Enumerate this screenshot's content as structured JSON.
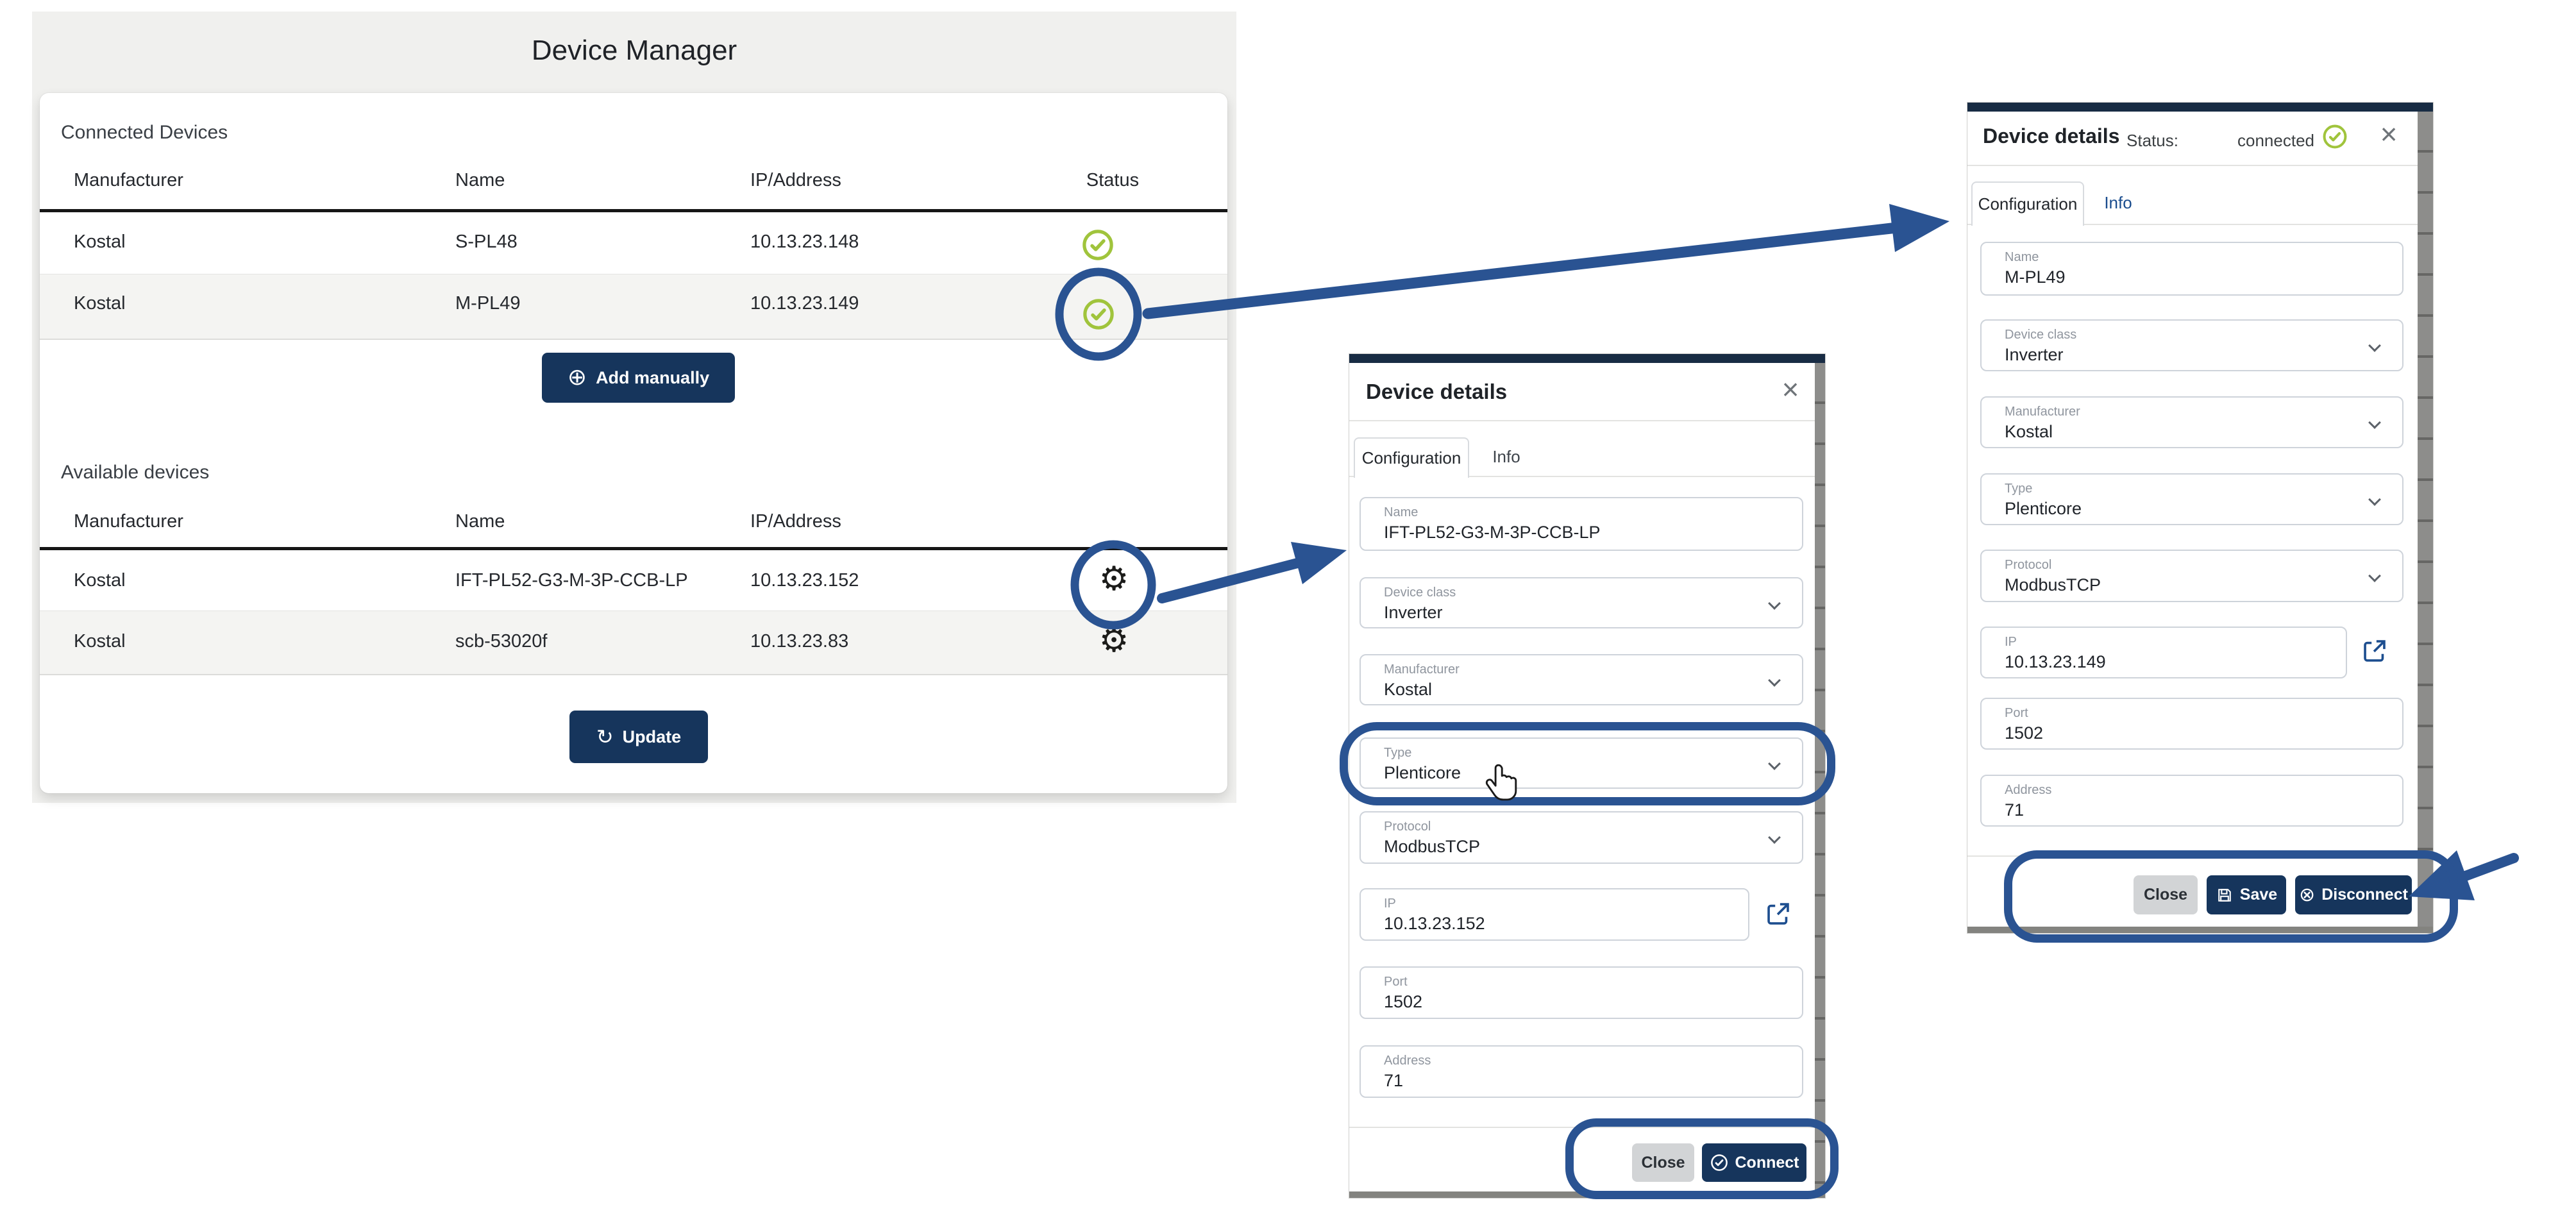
{
  "colors": {
    "primary_navy": "#16355c",
    "topbar_navy": "#182c44",
    "annotation_blue": "#2a5392",
    "status_green": "#a0c43c",
    "page_gray": "#f0f0ee",
    "row_gray": "#f4f4f2"
  },
  "icons": {
    "add_glyph": "⊕",
    "update_glyph": "↻",
    "gear_glyph": "⚙",
    "close_glyph": "×",
    "disconnect_glyph": "⊗"
  },
  "device_manager": {
    "title": "Device Manager",
    "connected": {
      "label": "Connected Devices",
      "columns": [
        "Manufacturer",
        "Name",
        "IP/Address",
        "Status"
      ],
      "rows": [
        {
          "manufacturer": "Kostal",
          "name": "S-PL48",
          "ip": "10.13.23.148",
          "status": "connected"
        },
        {
          "manufacturer": "Kostal",
          "name": "M-PL49",
          "ip": "10.13.23.149",
          "status": "connected"
        }
      ],
      "add_button": "Add manually"
    },
    "available": {
      "label": "Available devices",
      "columns": [
        "Manufacturer",
        "Name",
        "IP/Address"
      ],
      "rows": [
        {
          "manufacturer": "Kostal",
          "name": "IFT-PL52-G3-M-3P-CCB-LP",
          "ip": "10.13.23.152"
        },
        {
          "manufacturer": "Kostal",
          "name": "scb-53020f",
          "ip": "10.13.23.83"
        }
      ],
      "update_button": "Update"
    }
  },
  "dialog_available": {
    "title": "Device details",
    "tabs": [
      "Configuration",
      "Info"
    ],
    "fields": [
      {
        "label": "Name",
        "value": "IFT-PL52-G3-M-3P-CCB-LP"
      },
      {
        "label": "Device class",
        "value": "Inverter"
      },
      {
        "label": "Manufacturer",
        "value": "Kostal"
      },
      {
        "label": "Type",
        "value": "Plenticore"
      },
      {
        "label": "Protocol",
        "value": "ModbusTCP"
      },
      {
        "label": "IP",
        "value": "10.13.23.152"
      },
      {
        "label": "Port",
        "value": "1502"
      },
      {
        "label": "Address",
        "value": "71"
      }
    ],
    "buttons": {
      "close": "Close",
      "connect": "Connect"
    }
  },
  "dialog_connected": {
    "title": "Device details",
    "status_label": "Status:",
    "status_value": "connected",
    "tabs": [
      "Configuration",
      "Info"
    ],
    "fields": [
      {
        "label": "Name",
        "value": "M-PL49"
      },
      {
        "label": "Device class",
        "value": "Inverter"
      },
      {
        "label": "Manufacturer",
        "value": "Kostal"
      },
      {
        "label": "Type",
        "value": "Plenticore"
      },
      {
        "label": "Protocol",
        "value": "ModbusTCP"
      },
      {
        "label": "IP",
        "value": "10.13.23.149"
      },
      {
        "label": "Port",
        "value": "1502"
      },
      {
        "label": "Address",
        "value": "71"
      }
    ],
    "buttons": {
      "close": "Close",
      "save": "Save",
      "disconnect": "Disconnect"
    }
  }
}
